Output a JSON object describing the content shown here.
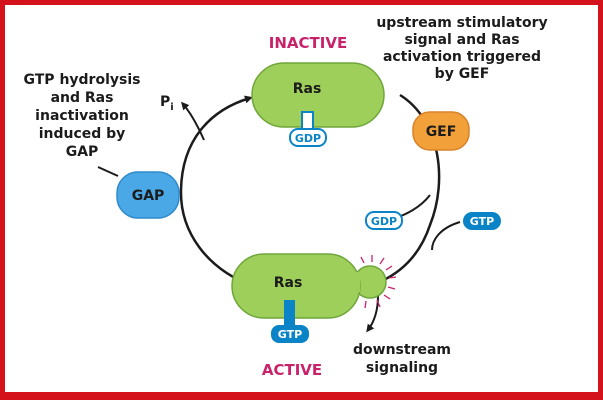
{
  "diagram": {
    "states": {
      "inactive": "INACTIVE",
      "active": "ACTIVE"
    },
    "ras_inactive": {
      "label": "Ras",
      "nucleotide": "GDP"
    },
    "ras_active": {
      "label": "Ras",
      "nucleotide": "GTP"
    },
    "gef": {
      "label": "GEF"
    },
    "gap": {
      "label": "GAP"
    },
    "released_nucleotide": "GDP",
    "incoming_nucleotide": "GTP",
    "phosphate": {
      "symbol": "P",
      "subscript": "i"
    },
    "annotations": {
      "upstream": [
        "upstream stimulatory",
        "signal and Ras",
        "activation triggered",
        "by GEF"
      ],
      "hydrolysis": [
        "GTP hydrolysis",
        "and Ras",
        "inactivation",
        "induced by",
        "GAP"
      ],
      "downstream": [
        "downstream",
        "signaling"
      ]
    },
    "colors": {
      "ras_fill": "#9fcf5b",
      "ras_stroke": "#6fa63a",
      "gef_fill": "#f2a13a",
      "gap_fill": "#4aa8e6",
      "nucleotide_fill": "#0a84c6",
      "state_text": "#c8226b",
      "border": "#d4121b"
    }
  }
}
